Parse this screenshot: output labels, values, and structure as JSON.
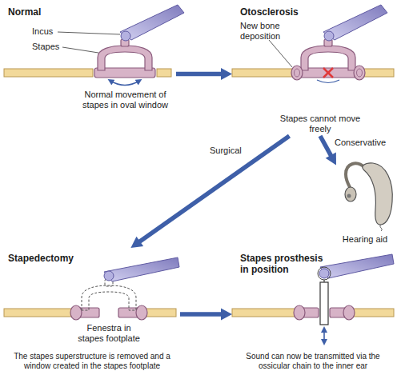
{
  "diagram": {
    "nodes": [
      {
        "text": [
          "Normal"
        ]
      },
      {
        "text": [
          "Otosclerosis"
        ]
      },
      {
        "text": [
          "Stapes cannot move freely"
        ]
      },
      {
        "text": [
          "Hearing aid"
        ]
      },
      {
        "text": [
          "Stapedectomy",
          "The stapes superstructure is removed and a window created in the stapes footplate"
        ]
      },
      {
        "text": [
          "Stapes prosthesis in position",
          "Sound can now be transmitted via the ossicular chain to the inner ear"
        ]
      }
    ],
    "edges": [
      {
        "from": 0,
        "to": 1,
        "arrow": "to"
      },
      {
        "from": 2,
        "to": 4,
        "label": "Surgical",
        "arrow": "to"
      },
      {
        "from": 2,
        "to": 3,
        "label": "Conservative",
        "arrow": "to"
      },
      {
        "from": 4,
        "to": 5,
        "arrow": "to"
      }
    ],
    "labels": [
      "Incus",
      "Stapes",
      "Normal movement of stapes in oval window",
      "New bone deposition",
      "Fenestra in stapes footplate"
    ]
  }
}
